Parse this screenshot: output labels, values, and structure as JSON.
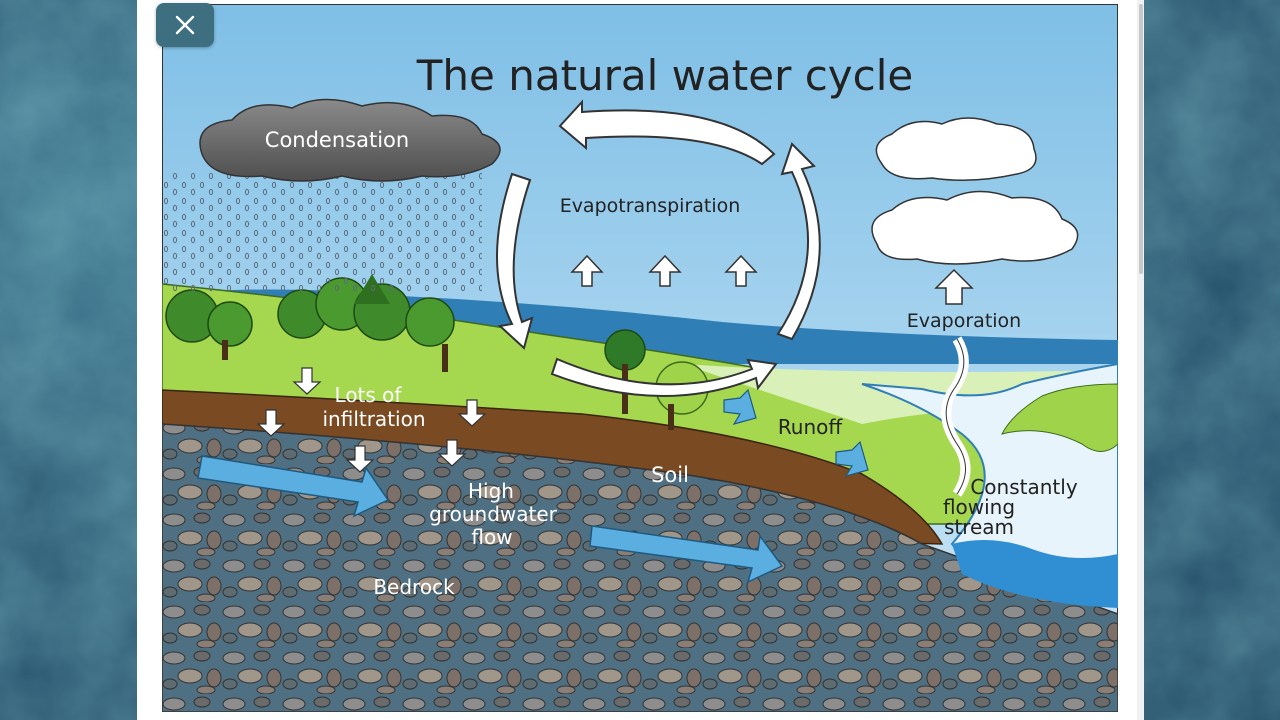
{
  "window": {
    "close_icon": "close-icon"
  },
  "diagram": {
    "title": "The natural water cycle",
    "labels": {
      "condensation": "Condensation",
      "evapotranspiration": "Evapotranspiration",
      "evaporation": "Evaporation",
      "infiltration_line1": "Lots of",
      "infiltration_line2": "infiltration",
      "runoff": "Runoff",
      "soil": "Soil",
      "groundwater_line1": "High",
      "groundwater_line2": "groundwater",
      "groundwater_line3": "flow",
      "stream_line1": "Constantly",
      "stream_line2": "flowing",
      "stream_line3": "stream",
      "bedrock": "Bedrock"
    },
    "colors": {
      "sky": "#9fd2ee",
      "grass": "#9fd34a",
      "soil": "#7a4a22",
      "bedrock": "#4f6f82",
      "water": "#3a8fcf",
      "cloud_dark": "#6e6e6e",
      "arrow_blue": "#5aaee0"
    }
  }
}
